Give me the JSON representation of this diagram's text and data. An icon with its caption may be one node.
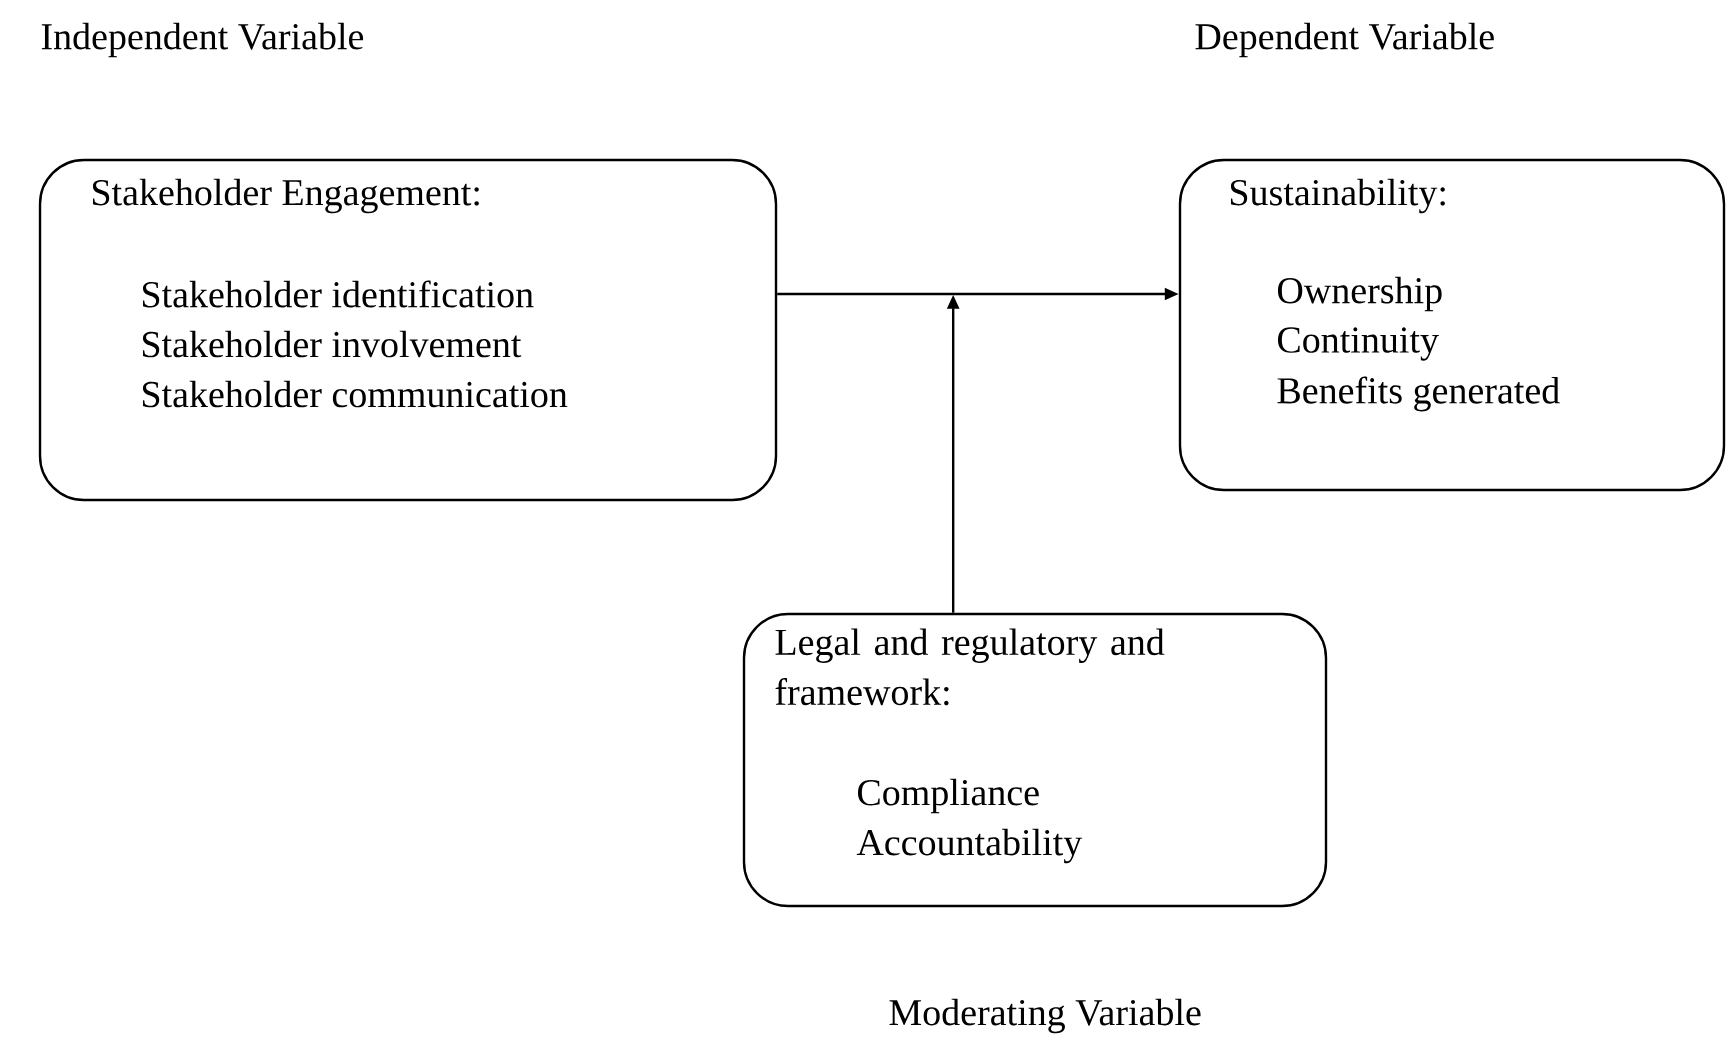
{
  "diagram": {
    "nodes": [
      {
        "text": [
          "Stakeholder Engagement:",
          "Stakeholder identification",
          "Stakeholder involvement",
          "Stakeholder communication"
        ],
        "beside": [
          "Independent Variable"
        ]
      },
      {
        "text": [
          "Sustainability:",
          "Ownership",
          "Continuity",
          "Benefits generated"
        ],
        "beside": [
          "Dependent Variable"
        ]
      },
      {
        "text": [
          "Legal and regulatory and framework:",
          "Compliance",
          "Accountability"
        ],
        "beside": [
          "Moderating Variable"
        ]
      }
    ],
    "edges": [
      {
        "from": 0,
        "to": 1,
        "arrow": "to"
      },
      {
        "from": 2,
        "to": null,
        "arrow": "to"
      }
    ]
  }
}
